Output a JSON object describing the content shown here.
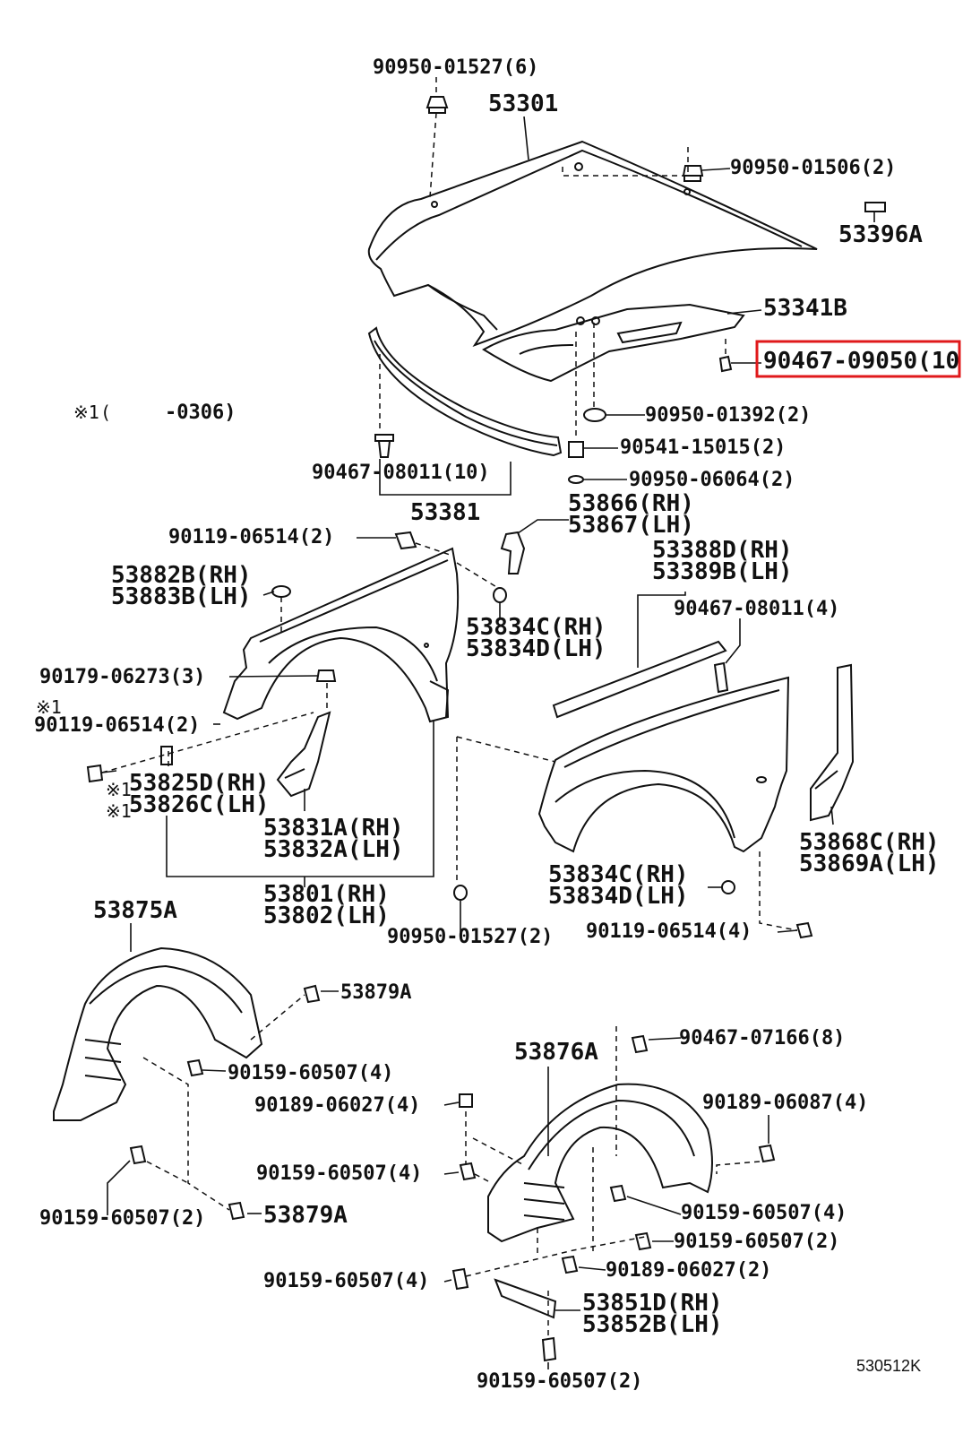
{
  "diagram": {
    "labels": {
      "l1": "90950-01527(6)",
      "l2": "53301",
      "l3": "90950-01506(2)",
      "l4": "53396A",
      "l5": "53341B",
      "l6": "90467-09050(10",
      "l7": "90950-01392(2)",
      "l8": "90541-15015(2)",
      "l9": "90467-08011(10)",
      "l10": "90950-06064(2)",
      "l11": "53381",
      "l12a": "53866(RH)",
      "l12b": "53867(LH)",
      "l13": "90119-06514(2)",
      "l14a": "53388D(RH)",
      "l14b": "53389B(LH)",
      "l15a": "53882B(RH)",
      "l15b": "53883B(LH)",
      "l16a": "53834C(RH)",
      "l16b": "53834D(LH)",
      "l17": "90467-08011(4)",
      "l18": "90179-06273(3)",
      "l19": "90119-06514(2)",
      "l20a": "53825D(RH)",
      "l20b": "53826C(LH)",
      "l21a": "53831A(RH)",
      "l21b": "53832A(LH)",
      "l22a": "53868C(RH)",
      "l22b": "53869A(LH)",
      "l23a": "53801(RH)",
      "l23b": "53802(LH)",
      "l24a": "53834C(RH)",
      "l24b": "53834D(LH)",
      "l25": "53875A",
      "l26": "90950-01527(2)",
      "l27": "90119-06514(4)",
      "l28": "53879A",
      "l29": "90467-07166(8)",
      "l30": "53876A",
      "l31": "90159-60507(4)",
      "l32": "90189-06027(4)",
      "l33": "90189-06087(4)",
      "l34": "90159-60507(4)",
      "l35": "90159-60507(4)",
      "l36": "90159-60507(2)",
      "l37": "53879A",
      "l38": "90159-60507(2)",
      "l39": "90159-60507(4)",
      "l40": "90189-06027(2)",
      "l41a": "53851D(RH)",
      "l41b": "53852B(LH)",
      "l42": "90159-60507(2)"
    },
    "notes": {
      "n1_mark": "※1",
      "n1_paren": "(",
      "n1_code": "-0306)",
      "n2_mark": "※1",
      "n3_mark": "※1",
      "n4_mark": "※1"
    },
    "figure_code": "530512K",
    "highlight_color": "#e0191b"
  }
}
